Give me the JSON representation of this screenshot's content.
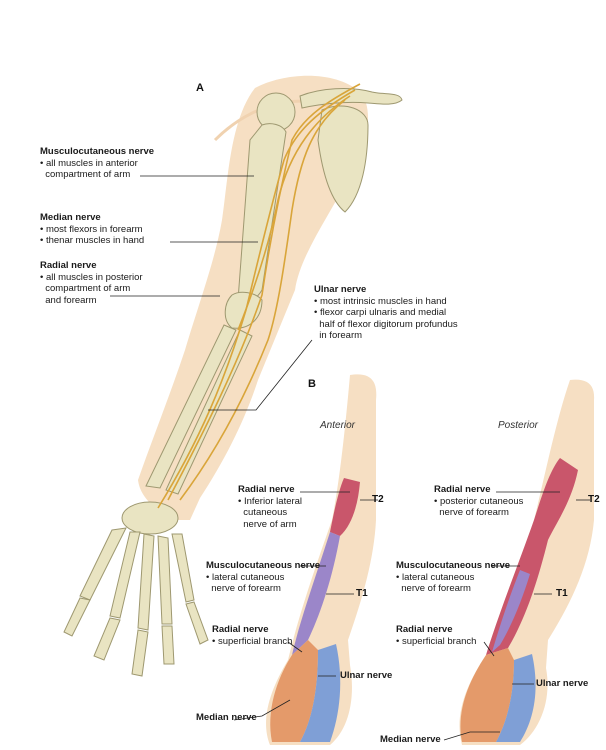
{
  "panel_a": {
    "letter": "A",
    "labels": [
      {
        "id": "musculocutaneous",
        "title": "Musculocutaneous nerve",
        "lines": [
          "• all muscles in anterior",
          "  compartment of arm"
        ]
      },
      {
        "id": "median",
        "title": "Median nerve",
        "lines": [
          "• most flexors in forearm",
          "• thenar muscles in hand"
        ]
      },
      {
        "id": "radial",
        "title": "Radial nerve",
        "lines": [
          "• all muscles in posterior",
          "  compartment of arm",
          "  and forearm"
        ]
      },
      {
        "id": "ulnar",
        "title": "Ulnar nerve",
        "lines": [
          "• most intrinsic muscles in hand",
          "• flexor carpi ulnaris and medial",
          "  half of flexor digitorum profundus",
          "  in forearm"
        ]
      }
    ]
  },
  "panel_b": {
    "letter": "B",
    "anterior": {
      "view": "Anterior",
      "labels": [
        {
          "id": "radial-arm",
          "title": "Radial nerve",
          "lines": [
            "• Inferior lateral",
            "  cutaneous",
            "  nerve of arm"
          ]
        },
        {
          "id": "musculo",
          "title": "Musculocutaneous nerve",
          "lines": [
            "• lateral cutaneous",
            "  nerve of forearm"
          ]
        },
        {
          "id": "radial-sup",
          "title": "Radial nerve",
          "lines": [
            "• superficial branch"
          ]
        },
        {
          "id": "ulnar",
          "title": "Ulnar nerve",
          "lines": []
        },
        {
          "id": "median",
          "title": "Median nerve",
          "lines": []
        }
      ],
      "segments": [
        "T2",
        "T1"
      ]
    },
    "posterior": {
      "view": "Posterior",
      "labels": [
        {
          "id": "radial-post",
          "title": "Radial nerve",
          "lines": [
            "• posterior cutaneous",
            "  nerve of forearm"
          ]
        },
        {
          "id": "musculo",
          "title": "Musculocutaneous nerve",
          "lines": [
            "• lateral cutaneous",
            "  nerve of forearm"
          ]
        },
        {
          "id": "radial-sup",
          "title": "Radial nerve",
          "lines": [
            "• superficial branch"
          ]
        },
        {
          "id": "ulnar",
          "title": "Ulnar nerve",
          "lines": []
        },
        {
          "id": "median",
          "title": "Median nerve",
          "lines": []
        }
      ],
      "segments": [
        "T2",
        "T1"
      ]
    }
  },
  "colors": {
    "skin": "#f6dfc3",
    "bone": "#e9e4c2",
    "bone_edge": "#9e9870",
    "nerve": "#d9a53a",
    "radial": "#c9566b",
    "musculocutaneous": "#9b86c9",
    "ulnar": "#7f9fd6",
    "median": "#e49a6a",
    "leader": "#222222"
  }
}
